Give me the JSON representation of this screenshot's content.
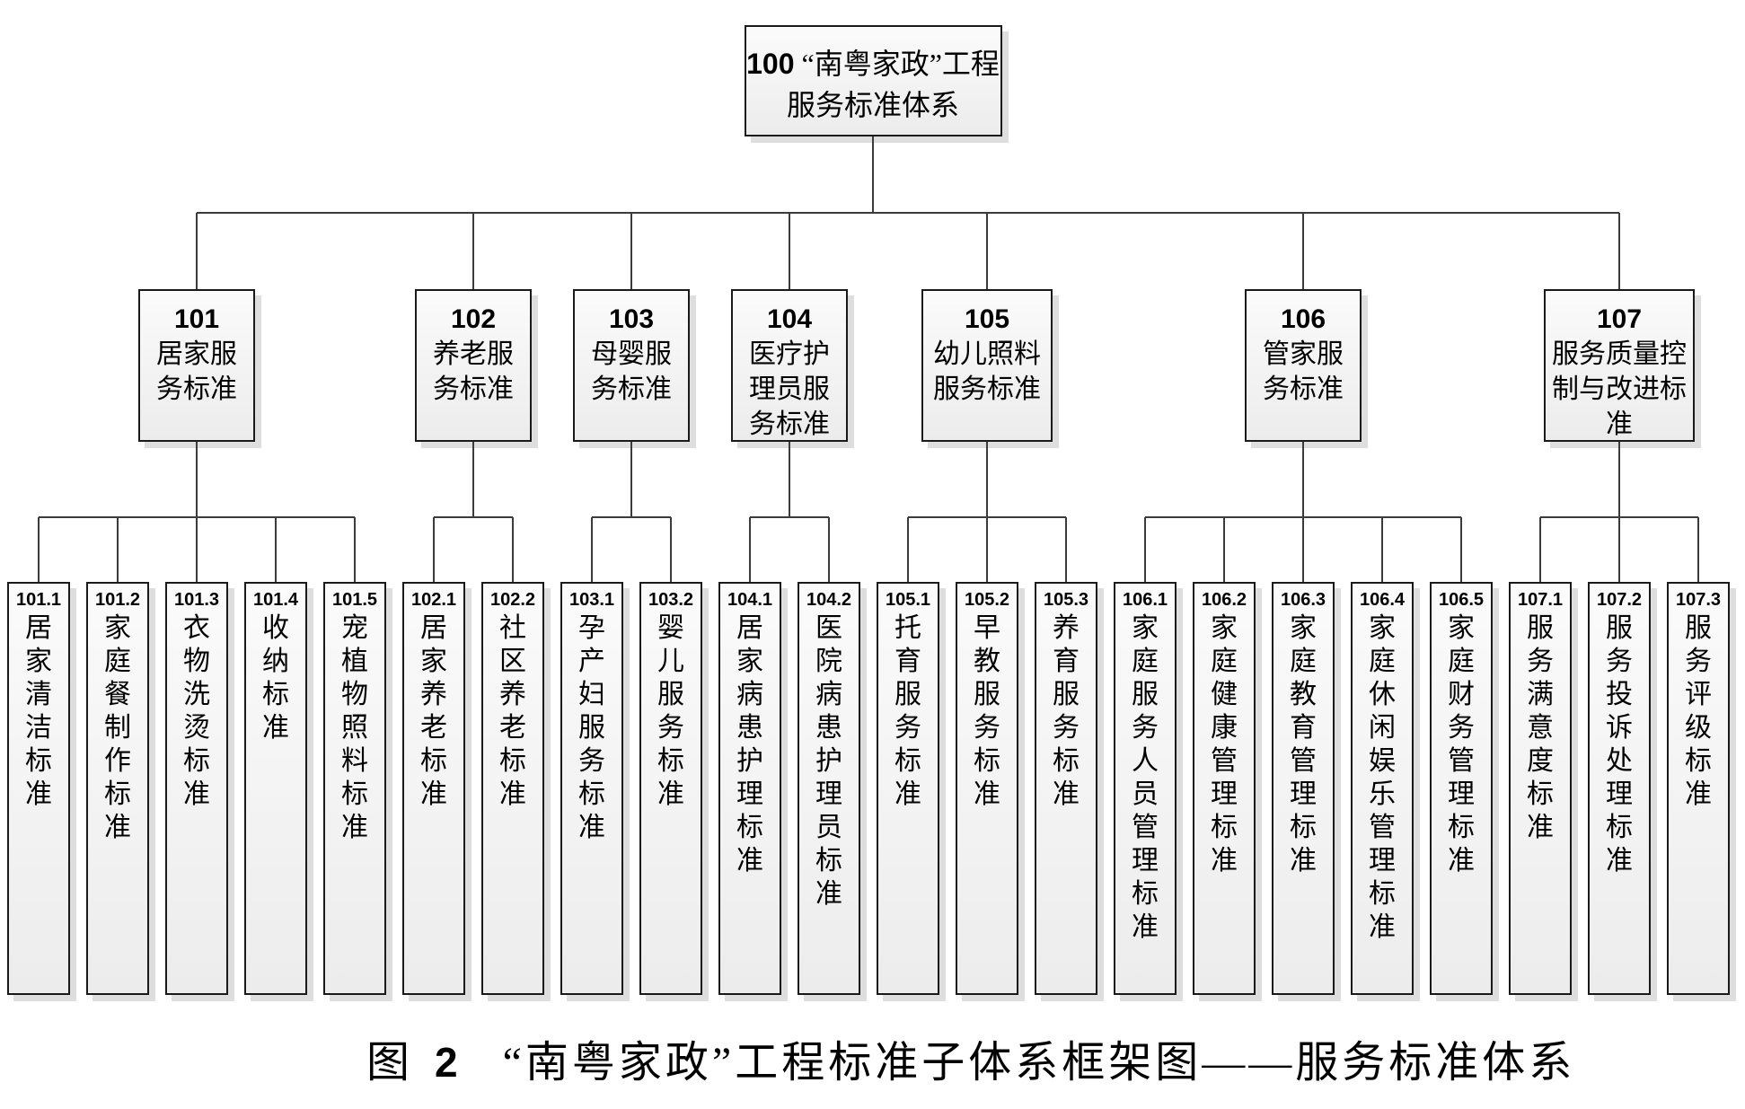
{
  "caption": {
    "figure_label": "图 2",
    "figure_number": "2",
    "text": "“南粤家政”工程标准子体系框架图——服务标准体系"
  },
  "root": {
    "number": "100",
    "line1": "“南粤家政”工程",
    "line2": "服务标准体系",
    "name": "100 “南粤家政”工程服务标准体系"
  },
  "groups": [
    {
      "number": "101",
      "name": "居家服务标准",
      "lines": [
        "居家服",
        "务标准"
      ],
      "children": [
        {
          "number": "101.1",
          "name": "居家清洁标准"
        },
        {
          "number": "101.2",
          "name": "家庭餐制作标准"
        },
        {
          "number": "101.3",
          "name": "衣物洗烫标准"
        },
        {
          "number": "101.4",
          "name": "收纳标准"
        },
        {
          "number": "101.5",
          "name": "宠植物照料标准"
        }
      ]
    },
    {
      "number": "102",
      "name": "养老服务标准",
      "lines": [
        "养老服",
        "务标准"
      ],
      "children": [
        {
          "number": "102.1",
          "name": "居家养老标准"
        },
        {
          "number": "102.2",
          "name": "社区养老标准"
        }
      ]
    },
    {
      "number": "103",
      "name": "母婴服务标准",
      "lines": [
        "母婴服",
        "务标准"
      ],
      "children": [
        {
          "number": "103.1",
          "name": "孕产妇服务标准"
        },
        {
          "number": "103.2",
          "name": "婴儿服务标准"
        }
      ]
    },
    {
      "number": "104",
      "name": "医疗护理员服务标准",
      "lines": [
        "医疗护",
        "理员服",
        "务标准"
      ],
      "children": [
        {
          "number": "104.1",
          "name": "居家病患护理标准"
        },
        {
          "number": "104.2",
          "name": "医院病患护理员标准"
        }
      ]
    },
    {
      "number": "105",
      "name": "幼儿照料服务标准",
      "lines": [
        "幼儿照料",
        "服务标准"
      ],
      "children": [
        {
          "number": "105.1",
          "name": "托育服务标准"
        },
        {
          "number": "105.2",
          "name": "早教服务标准"
        },
        {
          "number": "105.3",
          "name": "养育服务标准"
        }
      ]
    },
    {
      "number": "106",
      "name": "管家服务标准",
      "lines": [
        "管家服",
        "务标准"
      ],
      "children": [
        {
          "number": "106.1",
          "name": "家庭服务人员管理标准"
        },
        {
          "number": "106.2",
          "name": "家庭健康管理标准"
        },
        {
          "number": "106.3",
          "name": "家庭教育管理标准"
        },
        {
          "number": "106.4",
          "name": "家庭休闲娱乐管理标准"
        },
        {
          "number": "106.5",
          "name": "家庭财务管理标准"
        }
      ]
    },
    {
      "number": "107",
      "name": "服务质量控制与改进标准",
      "lines": [
        "服务质量控",
        "制与改进标",
        "准"
      ],
      "children": [
        {
          "number": "107.1",
          "name": "服务满意度标准"
        },
        {
          "number": "107.2",
          "name": "服务投诉处理标准"
        },
        {
          "number": "107.3",
          "name": "服务评级标准"
        }
      ]
    }
  ],
  "colors": {
    "line": "#3c3c3c",
    "box_border": "#1a1a1a",
    "box_fill_top": "#fbfbfb",
    "box_fill_bottom": "#ececec",
    "box_shadow": "#dedede",
    "text": "#000000",
    "background": "#ffffff"
  }
}
